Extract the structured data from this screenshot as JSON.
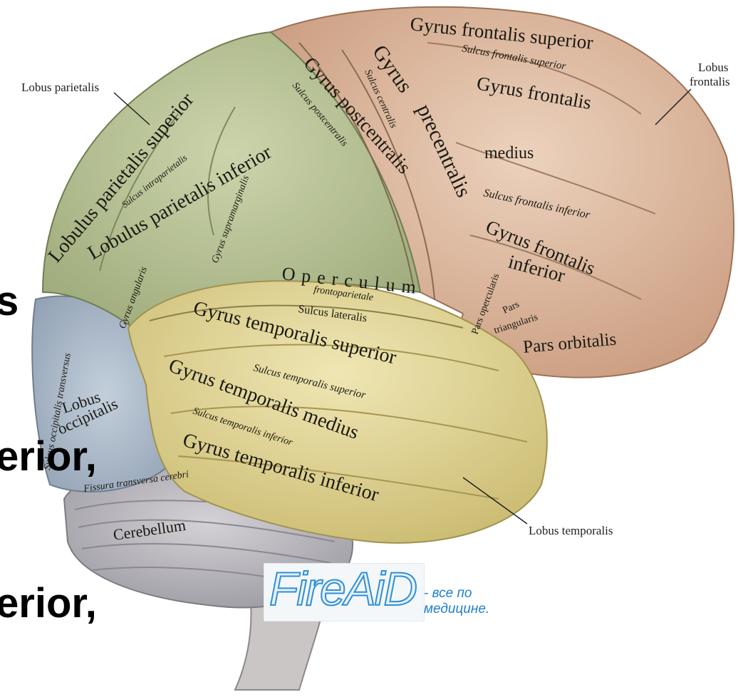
{
  "slide_fragments": [
    "s",
    "erior,",
    "erior,"
  ],
  "labels": {
    "lobus_parietalis": "Lobus parietalis",
    "lobus_frontalis_1": "Lobus",
    "lobus_frontalis_2": "frontalis",
    "lobus_temporalis": "Lobus temporalis",
    "gyrus_frontalis_superior": "Gyrus frontalis superior",
    "sulcus_frontalis_superior": "Sulcus frontalis superior",
    "gyrus_frontalis_medius_1": "Gyrus frontalis",
    "gyrus_frontalis_medius_2": "medius",
    "sulcus_frontalis_inferior": "Sulcus frontalis inferior",
    "gyrus_frontalis_inferior_1": "Gyrus frontalis",
    "gyrus_frontalis_inferior_2": "inferior",
    "pars_opercularis": "Pars opercularis",
    "pars_triangularis_1": "Pars",
    "pars_triangularis_2": "triangularis",
    "pars_orbitalis": "Pars orbitalis",
    "gyrus_precentralis_1": "Gyrus",
    "gyrus_precentralis_2": "precentralis",
    "sulcus_centralis": "Sulcus centralis",
    "gyrus_postcentralis": "Gyrus postcentralis",
    "sulcus_postcentralis": "Sulcus postcentralis",
    "lobulus_parietalis_superior": "Lobulus parietalis superior",
    "sulcus_intraparietalis": "Sulcus intraparietalis",
    "lobulus_parietalis_inferior": "Lobulus parietalis inferior",
    "gyrus_supramarginalis": "Gyrus supramarginalis",
    "gyrus_angularis": "Gyrus angularis",
    "operculum": "Operculum",
    "frontoparietale": "frontoparietale",
    "sulcus_lateralis": "Sulcus lateralis",
    "gyrus_temporalis_superior": "Gyrus temporalis superior",
    "sulcus_temporalis_superior": "Sulcus temporalis superior",
    "gyrus_temporalis_medius": "Gyrus temporalis medius",
    "sulcus_temporalis_inferior": "Sulcus temporalis inferior",
    "gyrus_temporalis_inferior": "Gyrus temporalis inferior",
    "lobus_occipitalis_1": "Lobus",
    "lobus_occipitalis_2": "occipitalis",
    "sulcus_occipitalis_transversus": "Sulcus occipitalis transversus",
    "fissura_transversa_cerebri": "Fissura transversa cerebri",
    "cerebellum": "Cerebellum"
  },
  "watermark": {
    "logo": "FireAiD",
    "tagline_1": "- все по",
    "tagline_2": "медицине."
  },
  "colors": {
    "frontal": "#d9b49a",
    "parietal": "#b9c49a",
    "temporal": "#ddd39a",
    "occipital": "#a9b7c8",
    "cerebellum": "#b6b4b8",
    "brainstem": "#c9c4c4",
    "watermark_blue": "#2f8fd6"
  }
}
